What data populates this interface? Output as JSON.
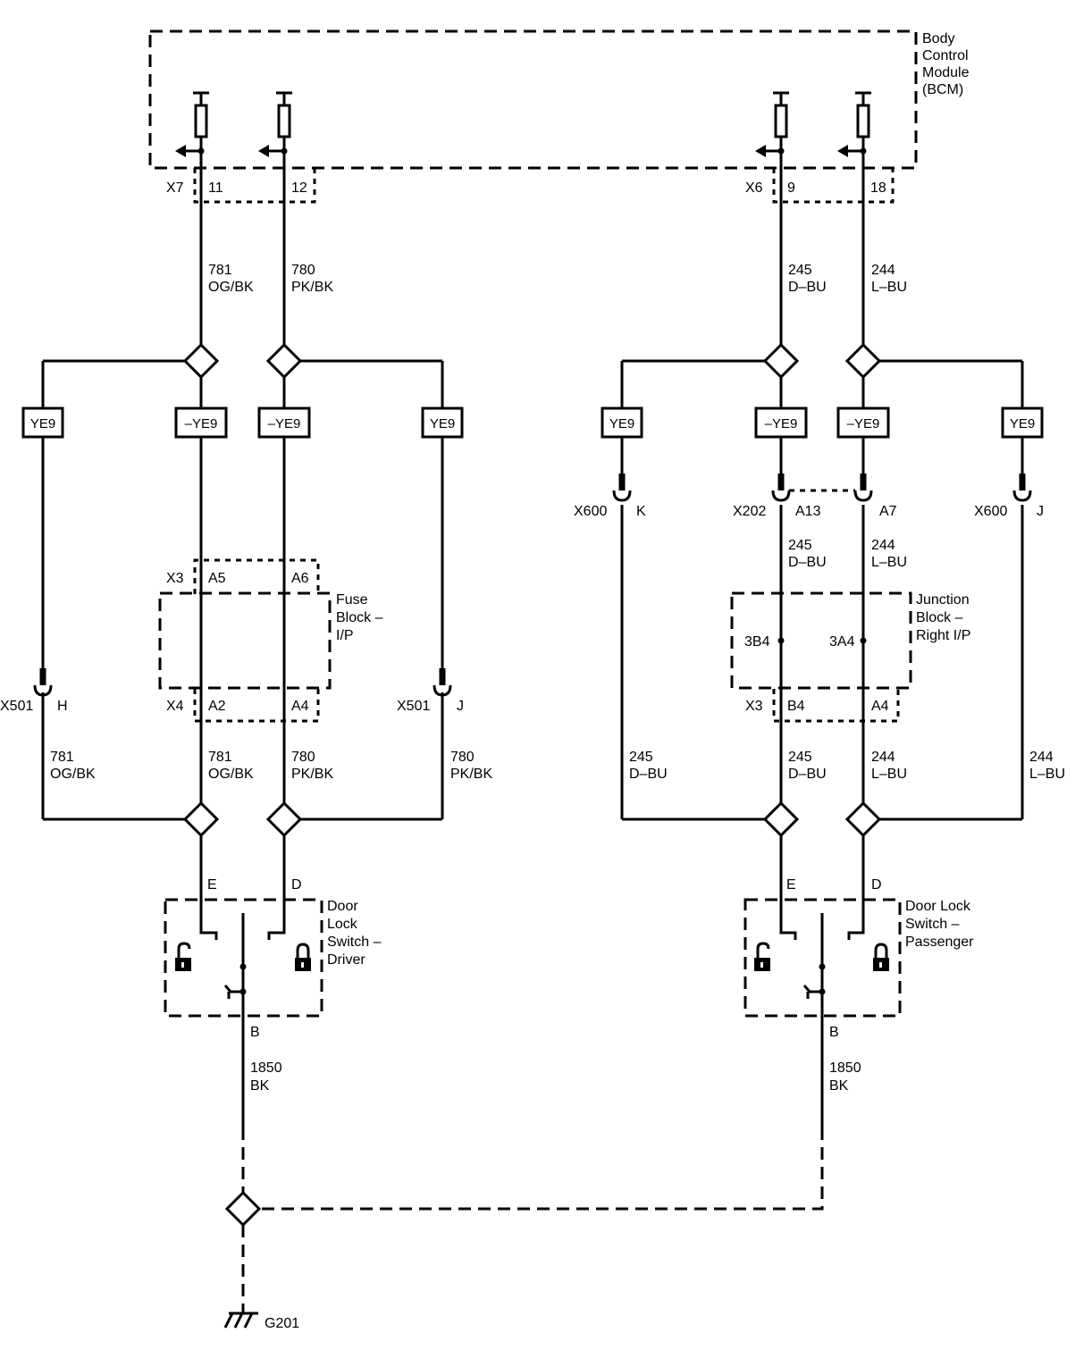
{
  "bcm": {
    "label": [
      "Body",
      "Control",
      "Module",
      "(BCM)"
    ]
  },
  "connectors_top": {
    "x7": "X7",
    "x7_p1": "11",
    "x7_p2": "12",
    "x6": "X6",
    "x6_p1": "9",
    "x6_p2": "18"
  },
  "wires_top": [
    {
      "num": "781",
      "color": "OG/BK"
    },
    {
      "num": "780",
      "color": "PK/BK"
    },
    {
      "num": "245",
      "color": "D–BU"
    },
    {
      "num": "244",
      "color": "L–BU"
    }
  ],
  "options": [
    "YE9",
    "–YE9",
    "–YE9",
    "YE9",
    "YE9",
    "–YE9",
    "–YE9",
    "YE9"
  ],
  "inline_connectors": {
    "left_outer": {
      "id": "X501",
      "pin": "H"
    },
    "left_right": {
      "id": "X501",
      "pin": "J"
    },
    "right_outer": {
      "id": "X600",
      "pin": "K"
    },
    "right_mid": {
      "id": "X202",
      "pin": "A13"
    },
    "right_mid2": {
      "pin": "A7"
    },
    "right_far": {
      "id": "X600",
      "pin": "J"
    }
  },
  "fuse_block": {
    "label": [
      "Fuse",
      "Block –",
      "I/P"
    ],
    "x3": "X3",
    "x3_p1": "A5",
    "x3_p2": "A6",
    "x4": "X4",
    "x4_p1": "A2",
    "x4_p2": "A4"
  },
  "junction_block": {
    "label": [
      "Junction",
      "Block –",
      "Right I/P"
    ],
    "p1": "3B4",
    "p2": "3A4",
    "x3": "X3",
    "x3_p1": "B4",
    "x3_p2": "A4"
  },
  "wires_mid_right": [
    {
      "num": "245",
      "color": "D–BU"
    },
    {
      "num": "244",
      "color": "L–BU"
    }
  ],
  "wires_bottom": [
    {
      "num": "781",
      "color": "OG/BK"
    },
    {
      "num": "781",
      "color": "OG/BK"
    },
    {
      "num": "780",
      "color": "PK/BK"
    },
    {
      "num": "780",
      "color": "PK/BK"
    },
    {
      "num": "245",
      "color": "D–BU"
    },
    {
      "num": "245",
      "color": "D–BU"
    },
    {
      "num": "244",
      "color": "L–BU"
    },
    {
      "num": "244",
      "color": "L–BU"
    }
  ],
  "switch_driver": {
    "label": [
      "Door",
      "Lock",
      "Switch –",
      "Driver"
    ],
    "pin_e": "E",
    "pin_d": "D",
    "pin_b": "B"
  },
  "switch_passenger": {
    "label": [
      "Door Lock",
      "Switch –",
      "Passenger"
    ],
    "pin_e": "E",
    "pin_d": "D",
    "pin_b": "B"
  },
  "ground_wires": [
    {
      "num": "1850",
      "color": "BK"
    },
    {
      "num": "1850",
      "color": "BK"
    }
  ],
  "ground": {
    "label": "G201"
  }
}
